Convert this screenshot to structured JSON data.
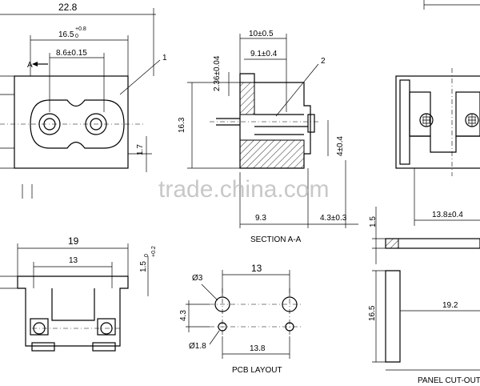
{
  "dimensions": {
    "top_width": "22.8",
    "top_16_5": "16.5",
    "top_16_5_tol_upper": "+0.8",
    "top_16_5_tol_lower": "0",
    "top_8_6": "8.6±0.15",
    "label_a": "A",
    "callout_1": "1",
    "height_1_7": "1.7",
    "sec_10_0_5": "10±0.5",
    "sec_9_1": "9.1±0.4",
    "sec_2_36": "2.36±0.04",
    "sec_16_3": "16.3",
    "callout_2": "2",
    "sec_4_0_4": "4±0.4",
    "sec_9_3": "9.3",
    "sec_4_3": "4.3±0.3",
    "right_13_8": "13.8±0.4",
    "right_1_5": "1.5",
    "bot_19": "19",
    "bot_13": "13",
    "bot_1_5": "1.5",
    "bot_1_5_tol_upper": "+0.2",
    "bot_1_5_tol_lower": "0",
    "pcb_13": "13",
    "pcb_d3": "Ø3",
    "pcb_4_3": "4.3",
    "pcb_d1_8": "Ø1.8",
    "pcb_13_8": "13.8",
    "panel_16_5": "16.5",
    "panel_19_2": "19.2"
  },
  "labels": {
    "section": "SECTION A-A",
    "pcb": "PCB LAYOUT",
    "panel": "PANEL CUT-OUT"
  },
  "watermark": "trade.china.com"
}
